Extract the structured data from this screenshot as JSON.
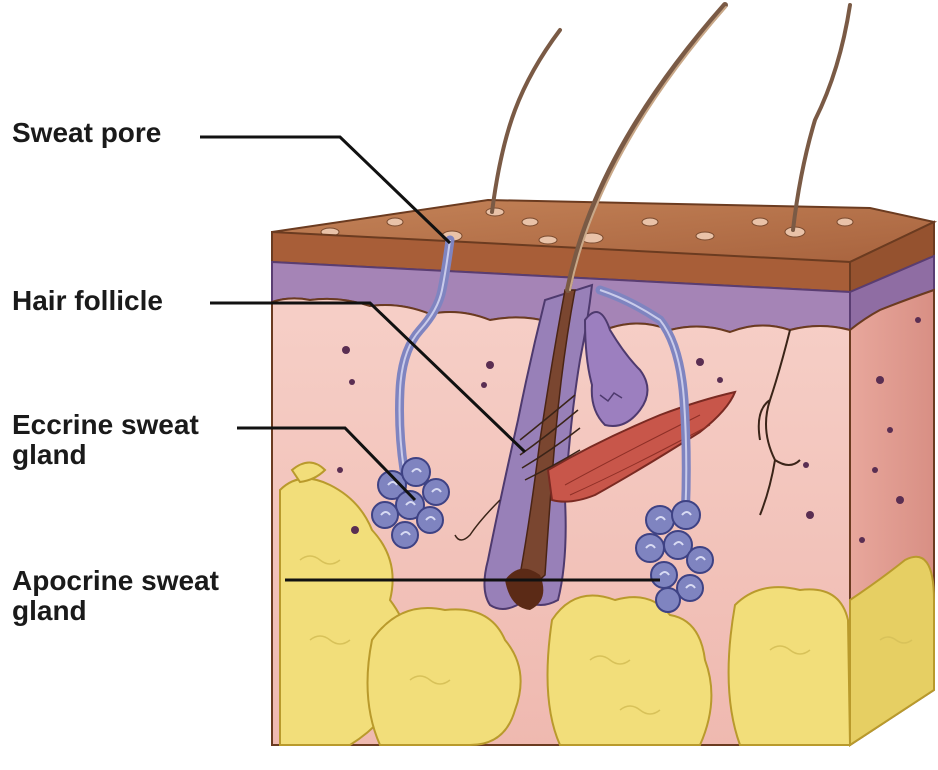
{
  "labels": {
    "sweat_pore": "Sweat pore",
    "hair_follicle": "Hair follicle",
    "eccrine_line1": "Eccrine sweat",
    "eccrine_line2": "gland",
    "apocrine_line1": "Apocrine sweat",
    "apocrine_line2": "gland"
  },
  "colors": {
    "epidermis": "#b06a45",
    "dermis_pink": "#f4c6bf",
    "basal_purple": "#9e7cb0",
    "fat_yellow": "#f2de7a",
    "gland_blue": "#7f84c0",
    "muscle_red": "#c8564a",
    "leader_line": "#111111"
  }
}
